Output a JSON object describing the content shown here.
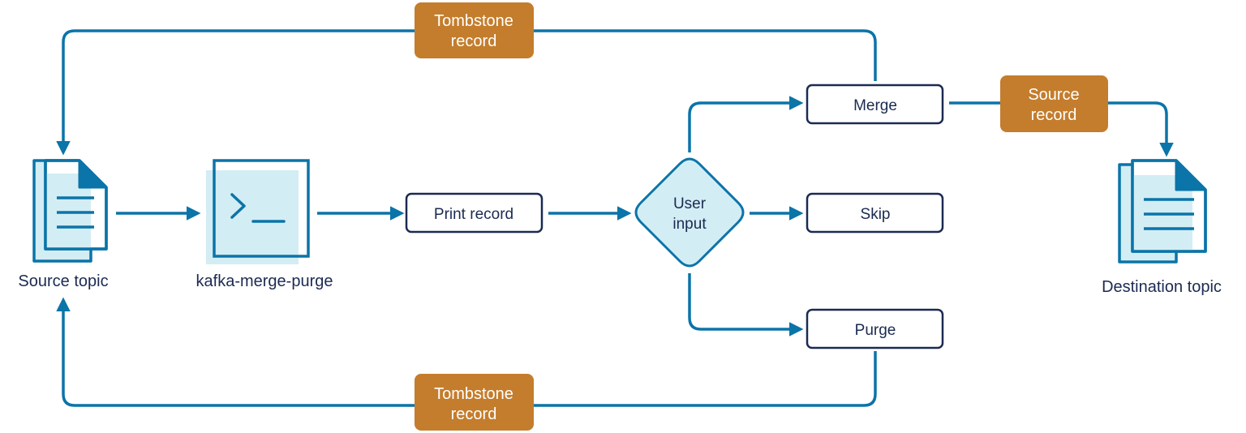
{
  "labels": {
    "source_topic": "Source topic",
    "tool": "kafka-merge-purge",
    "destination_topic": "Destination topic"
  },
  "nodes": {
    "print_record": "Print record",
    "user_input_line1": "User",
    "user_input_line2": "input",
    "merge": "Merge",
    "skip": "Skip",
    "purge": "Purge"
  },
  "tags": {
    "tombstone_top_line1": "Tombstone",
    "tombstone_top_line2": "record",
    "source_record_line1": "Source",
    "source_record_line2": "record",
    "tombstone_bottom_line1": "Tombstone",
    "tombstone_bottom_line2": "record"
  },
  "colors": {
    "arrow": "#0b74a8",
    "node_border": "#1b2a52",
    "tag_fill": "#c47d2c",
    "light_fill": "#d3edf4",
    "text": "#1b2a52"
  },
  "icons": {
    "source_topic": "document-stack-icon",
    "tool": "terminal-icon",
    "destination_topic": "document-stack-icon"
  }
}
